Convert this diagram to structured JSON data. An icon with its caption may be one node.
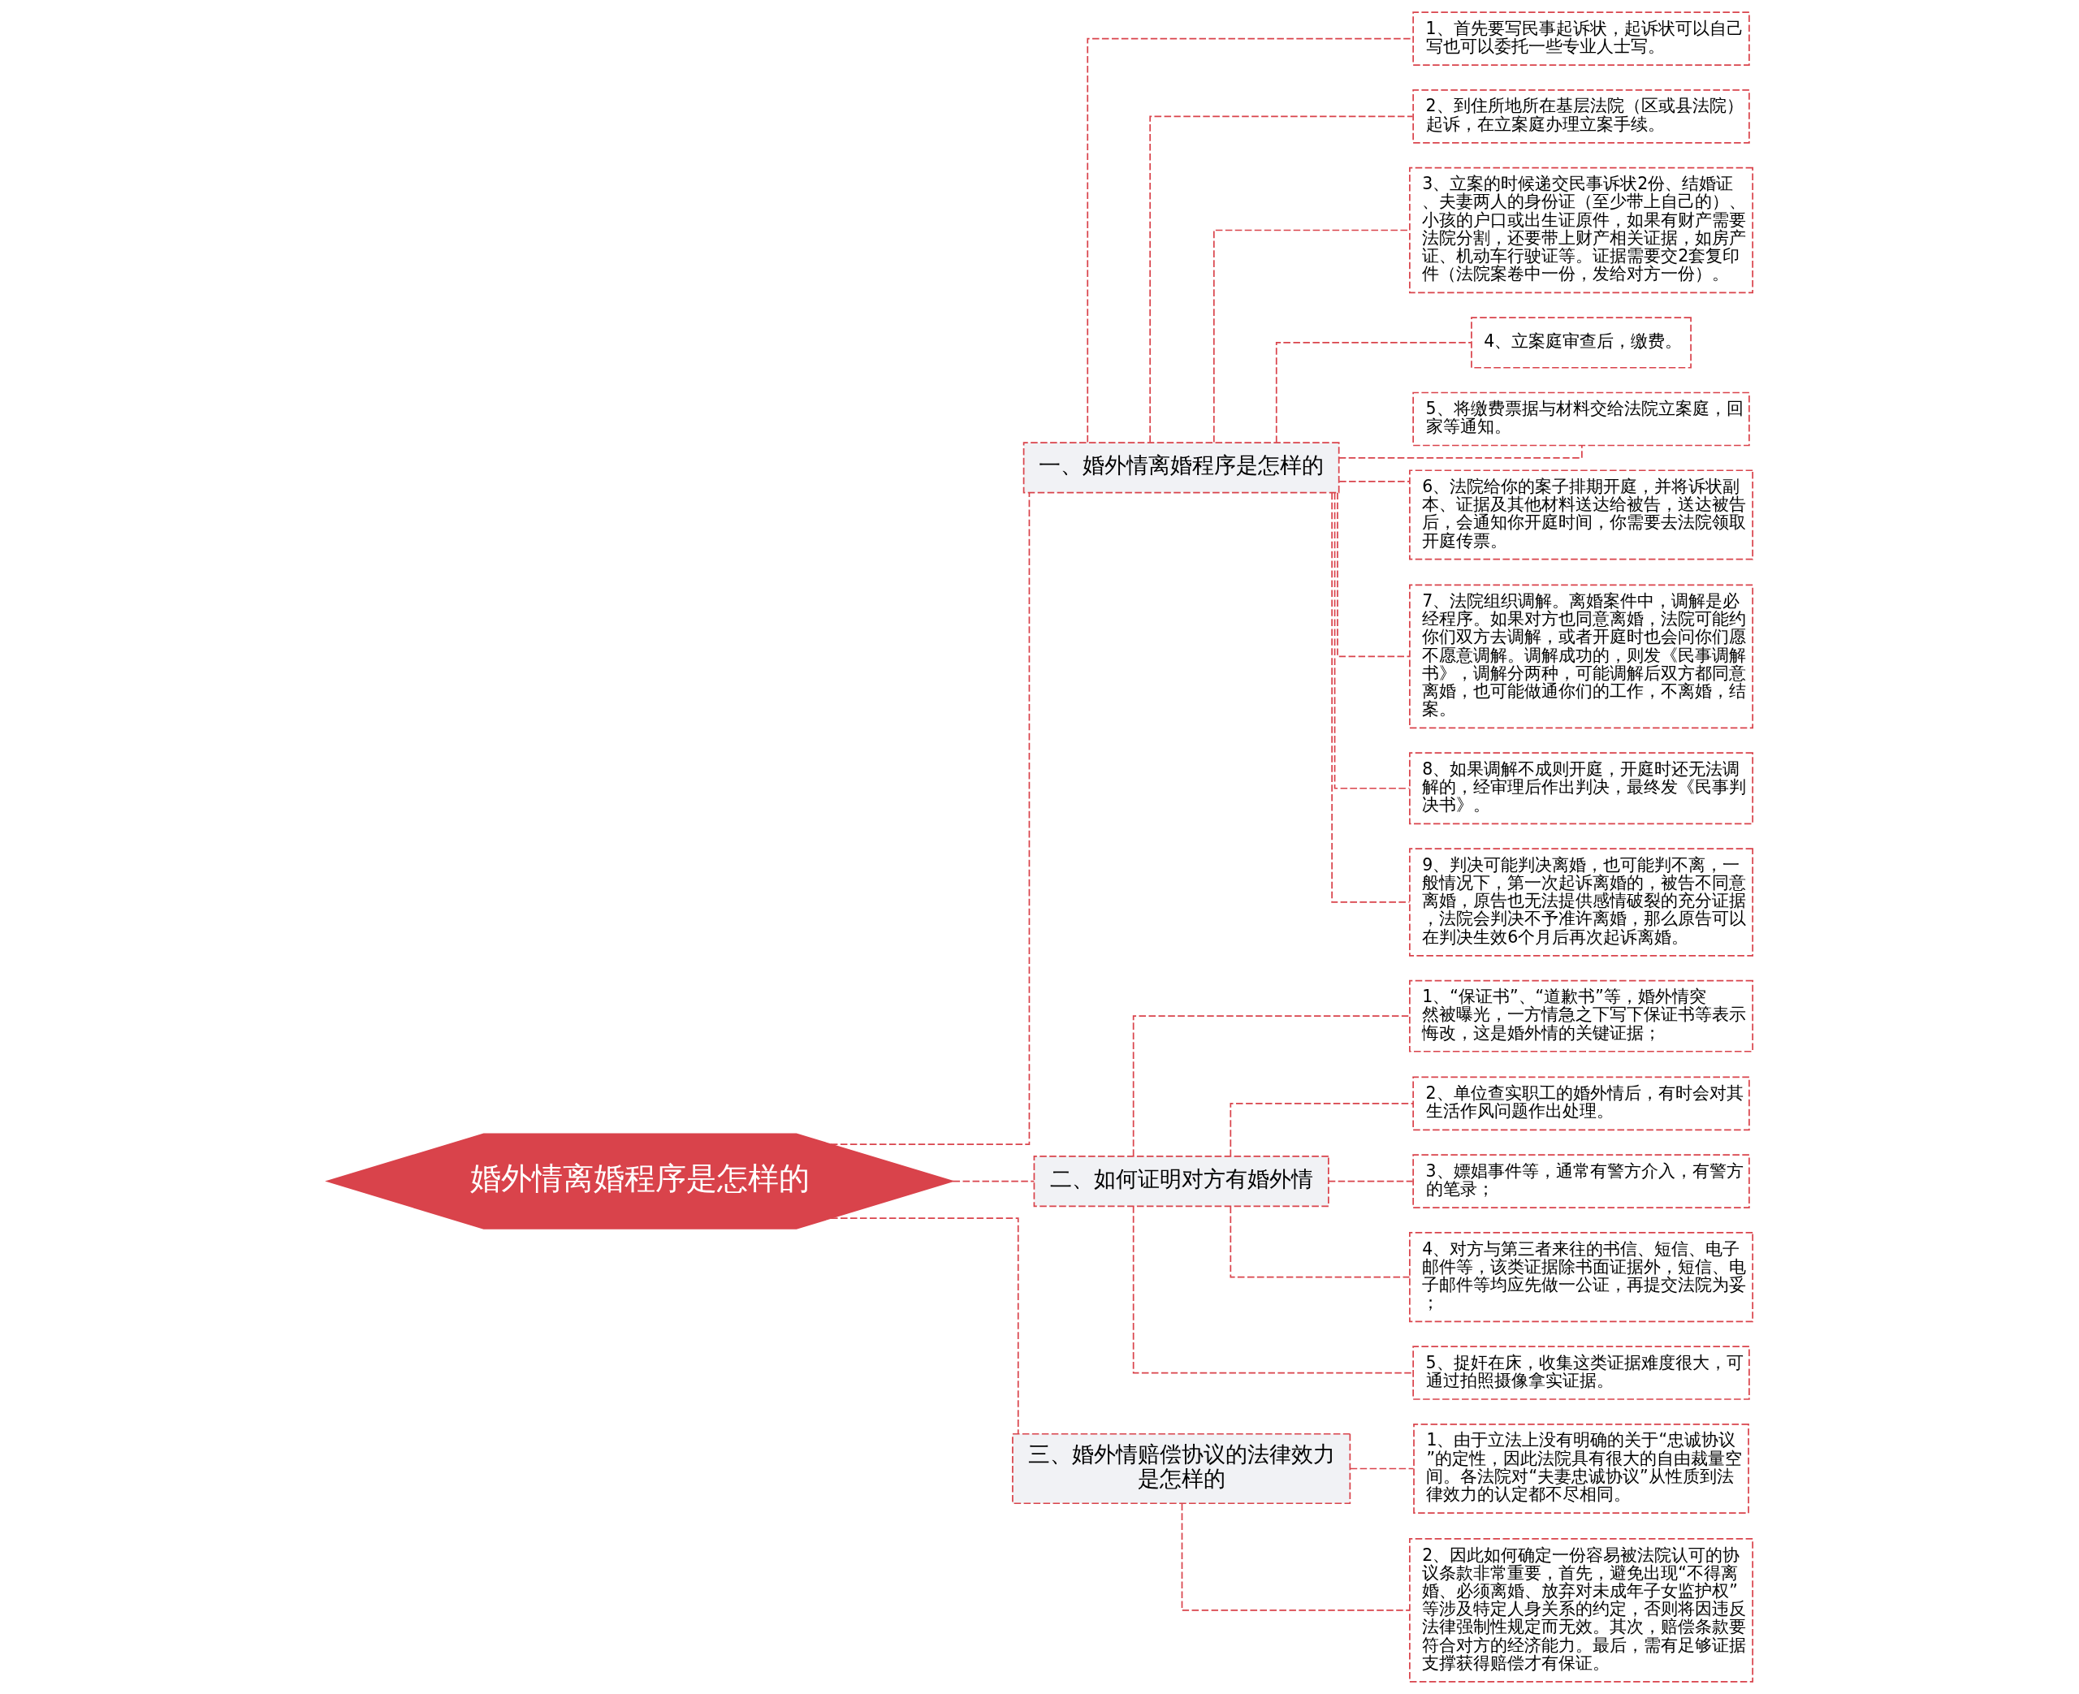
{
  "diagram": {
    "nodes": [
      {
        "text": [
          "婚外情离婚程序是怎样的"
        ]
      },
      {
        "text": [
          "一、婚外情离婚程序是怎样的"
        ]
      },
      {
        "text": [
          "1、首先要写民事起诉状，起诉状可以自己写也可以委托一些专业人士写。"
        ]
      },
      {
        "text": [
          "2、到住所地所在基层法院（区或县法院）起诉，在立案庭办理立案手续。"
        ]
      },
      {
        "text": [
          "3、立案的时候递交民事诉状2份、结婚证、夫妻两人的身份证（至少带上自己的）、小孩的户口或出生证原件，如果有财产需要法院分割，还要带上财产相关证据，如房产证、机动车行驶证等。证据需要交2套复印件（法院案卷中一份，发给对方一份）。"
        ]
      },
      {
        "text": [
          "4、立案庭审查后，缴费。"
        ]
      },
      {
        "text": [
          "5、将缴费票据与材料交给法院立案庭，回家等通知。"
        ]
      },
      {
        "text": [
          "6、法院给你的案子排期开庭，并将诉状副本、证据及其他材料送达给被告，送达被告后，会通知你开庭时间，你需要去法院领取开庭传票。"
        ]
      },
      {
        "text": [
          "7、法院组织调解。离婚案件中，调解是必经程序。如果对方也同意离婚，法院可能约你们双方去调解，或者开庭时也会问你们愿不愿意调解。调解成功的，则发《民事调解书》，调解分两种，可能调解后双方都同意离婚，也可能做通你们的工作，不离婚，结案。"
        ]
      },
      {
        "text": [
          "8、如果调解不成则开庭，开庭时还无法调解的，经审理后作出判决，最终发《民事判决书》。"
        ]
      },
      {
        "text": [
          "9、判决可能判决离婚，也可能判不离，一般情况下，第一次起诉离婚的，被告不同意离婚，原告也无法提供感情破裂的充分证据，法院会判决不予准许离婚，那么原告可以在判决生效6个月后再次起诉离婚。"
        ]
      },
      {
        "text": [
          "二、如何证明对方有婚外情"
        ]
      },
      {
        "text": [
          "1、“保证书”、“道歉书”等，婚外情突然被曝光，一方情急之下写下保证书等表示悔改，这是婚外情的关键证据；"
        ]
      },
      {
        "text": [
          "2、单位查实职工的婚外情后，有时会对其生活作风问题作出处理。"
        ]
      },
      {
        "text": [
          "3、嫖娼事件等，通常有警方介入，有警方的笔录；"
        ]
      },
      {
        "text": [
          "4、对方与第三者来往的书信、短信、电子邮件等，该类证据除书面证据外，短信、电子邮件等均应先做一公证，再提交法院为妥；"
        ]
      },
      {
        "text": [
          "5、捉奸在床，收集这类证据难度很大，可通过拍照摄像拿实证据。"
        ]
      },
      {
        "text": [
          "三、婚外情赔偿协议的法律效力是怎样的"
        ]
      },
      {
        "text": [
          "1、由于立法上没有明确的关于“忠诚协议”的定性，因此法院具有很大的自由裁量空间。各法院对“夫妻忠诚协议”从性质到法律效力的认定都不尽相同。"
        ]
      },
      {
        "text": [
          "2、因此如何确定一份容易被法院认可的协议条款非常重要，首先，避免出现“不得离婚、必须离婚、放弃对未成年子女监护权”等涉及特定人身关系的约定，否则将因违反法律强制性规定而无效。其次，赔偿条款要符合对方的经济能力。最后，需有足够证据支撑获得赔偿才有保证。"
        ]
      }
    ],
    "edges": [
      {
        "from": 0,
        "to": 1,
        "arrow": "none",
        "style": "dashed"
      },
      {
        "from": 1,
        "to": 2,
        "arrow": "none",
        "style": "dashed"
      },
      {
        "from": 1,
        "to": 3,
        "arrow": "none",
        "style": "dashed"
      },
      {
        "from": 1,
        "to": 4,
        "arrow": "none",
        "style": "dashed"
      },
      {
        "from": 1,
        "to": 5,
        "arrow": "none",
        "style": "dashed"
      },
      {
        "from": 1,
        "to": 6,
        "arrow": "none",
        "style": "dashed"
      },
      {
        "from": 1,
        "to": 7,
        "arrow": "none",
        "style": "dashed"
      },
      {
        "from": 1,
        "to": 8,
        "arrow": "none",
        "style": "dashed"
      },
      {
        "from": 1,
        "to": 9,
        "arrow": "none",
        "style": "dashed"
      },
      {
        "from": 1,
        "to": 10,
        "arrow": "none",
        "style": "dashed"
      },
      {
        "from": 0,
        "to": 11,
        "arrow": "none",
        "style": "dashed"
      },
      {
        "from": 11,
        "to": 12,
        "arrow": "none",
        "style": "dashed"
      },
      {
        "from": 11,
        "to": 13,
        "arrow": "none",
        "style": "dashed"
      },
      {
        "from": 11,
        "to": 14,
        "arrow": "none",
        "style": "dashed"
      },
      {
        "from": 11,
        "to": 15,
        "arrow": "none",
        "style": "dashed"
      },
      {
        "from": 11,
        "to": 16,
        "arrow": "none",
        "style": "dashed"
      },
      {
        "from": 0,
        "to": 17,
        "arrow": "none",
        "style": "dashed"
      },
      {
        "from": 17,
        "to": 18,
        "arrow": "none",
        "style": "dashed"
      },
      {
        "from": 17,
        "to": 19,
        "arrow": "none",
        "style": "dashed"
      }
    ]
  }
}
